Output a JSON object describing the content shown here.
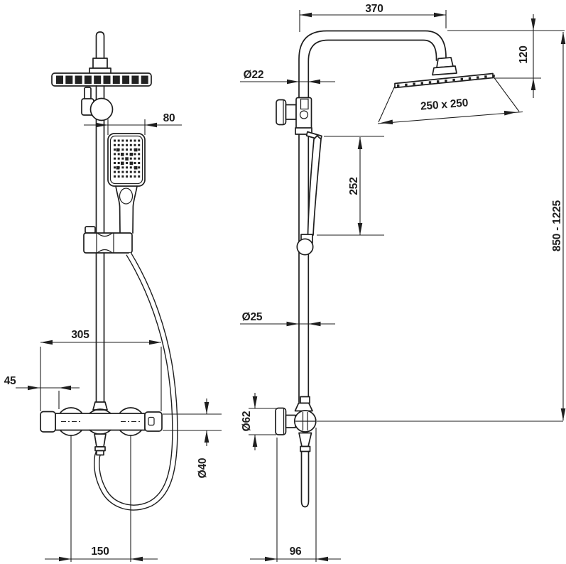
{
  "drawing": {
    "dimensions": {
      "arm_width": "370",
      "head_drop": "120",
      "head_size": "250 x 250",
      "upper_pipe_diameter": "Ø22",
      "hand_shower_width": "80",
      "hand_shower_length": "252",
      "column_height_range": "850 - 1225",
      "lower_pipe_diameter": "Ø25",
      "mixer_width": "305",
      "mixer_end_offset": "45",
      "escutcheon_diameter": "Ø62",
      "mixer_body_diameter": "Ø40",
      "handle_spacing": "150",
      "wall_offset": "96"
    }
  }
}
